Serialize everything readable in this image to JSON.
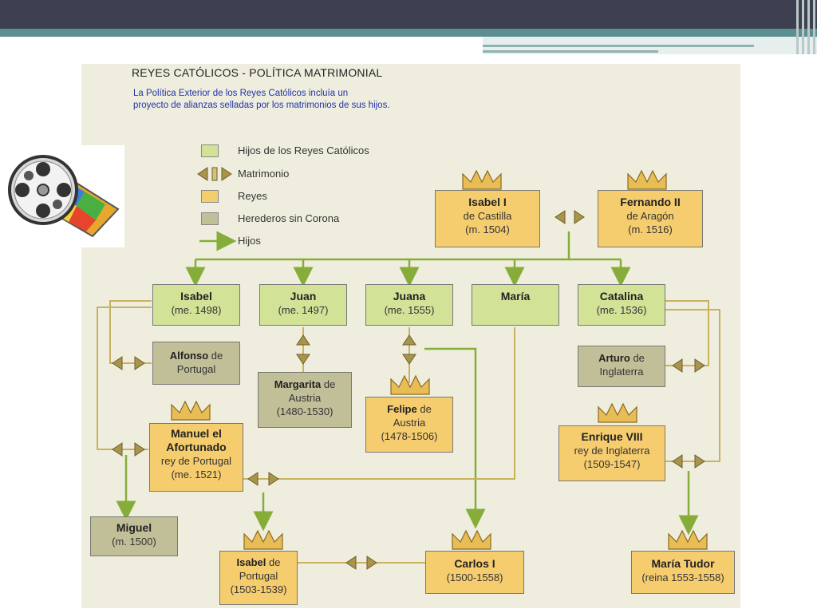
{
  "title": "REYES CATÓLICOS - POLÍTICA MATRIMONIAL",
  "description": [
    "La Política Exterior de los Reyes Católicos incluía un",
    "proyecto de alianzas selladas por los matrimonios de sus hijos."
  ],
  "legend": {
    "hijos_reyes": "Hijos de los Reyes Católicos",
    "matrimonio": "Matrimonio",
    "reyes": "Reyes",
    "herederos": "Herederos sin Corona",
    "hijos": "Hijos"
  },
  "colors": {
    "hijos_reyes": "#d2e398",
    "reyes": "#f6cd6e",
    "herederos": "#c1bf98",
    "arrow": "#86ad3a",
    "line": "#c9b25e",
    "matrimonio": "#a8944a"
  },
  "nodes": {
    "isabel_i": {
      "name": "Isabel I",
      "line1": "de Castilla",
      "line2": "(m. 1504)"
    },
    "fernando_ii": {
      "name": "Fernando II",
      "line1": "de Aragón",
      "line2": "(m. 1516)"
    },
    "isabel": {
      "name": "Isabel",
      "line1": "(me. 1498)"
    },
    "juan": {
      "name": "Juan",
      "line1": "(me. 1497)"
    },
    "juana": {
      "name": "Juana",
      "line1": "(me. 1555)"
    },
    "maria": {
      "name": "María"
    },
    "catalina": {
      "name": "Catalina",
      "line1": "(me. 1536)"
    },
    "alfonso": {
      "name": "Alfonso",
      "suffix": "de",
      "line1": "Portugal"
    },
    "margarita": {
      "name": "Margarita",
      "suffix": "de",
      "line1": "Austria",
      "line2": "(1480-1530)"
    },
    "felipe": {
      "name": "Felipe",
      "suffix": "de",
      "line1": "Austria",
      "line2": "(1478-1506)"
    },
    "arturo": {
      "name": "Arturo",
      "suffix": "de",
      "line1": "Inglaterra"
    },
    "manuel": {
      "name1": "Manuel el",
      "name2": "Afortunado",
      "line1": "rey de Portugal",
      "line2": "(me. 1521)"
    },
    "enrique": {
      "name": "Enrique VIII",
      "line1": "rey de Inglaterra",
      "line2": "(1509-1547)"
    },
    "miguel": {
      "name": "Miguel",
      "line1": "(m. 1500)"
    },
    "isabel_portugal": {
      "name": "Isabel",
      "suffix": "de",
      "line1": "Portugal",
      "line2": "(1503-1539)"
    },
    "carlos_i": {
      "name": "Carlos I",
      "line1": "(1500-1558)"
    },
    "maria_tudor": {
      "name": "María Tudor",
      "line1": "(reina 1553-1558)"
    }
  }
}
